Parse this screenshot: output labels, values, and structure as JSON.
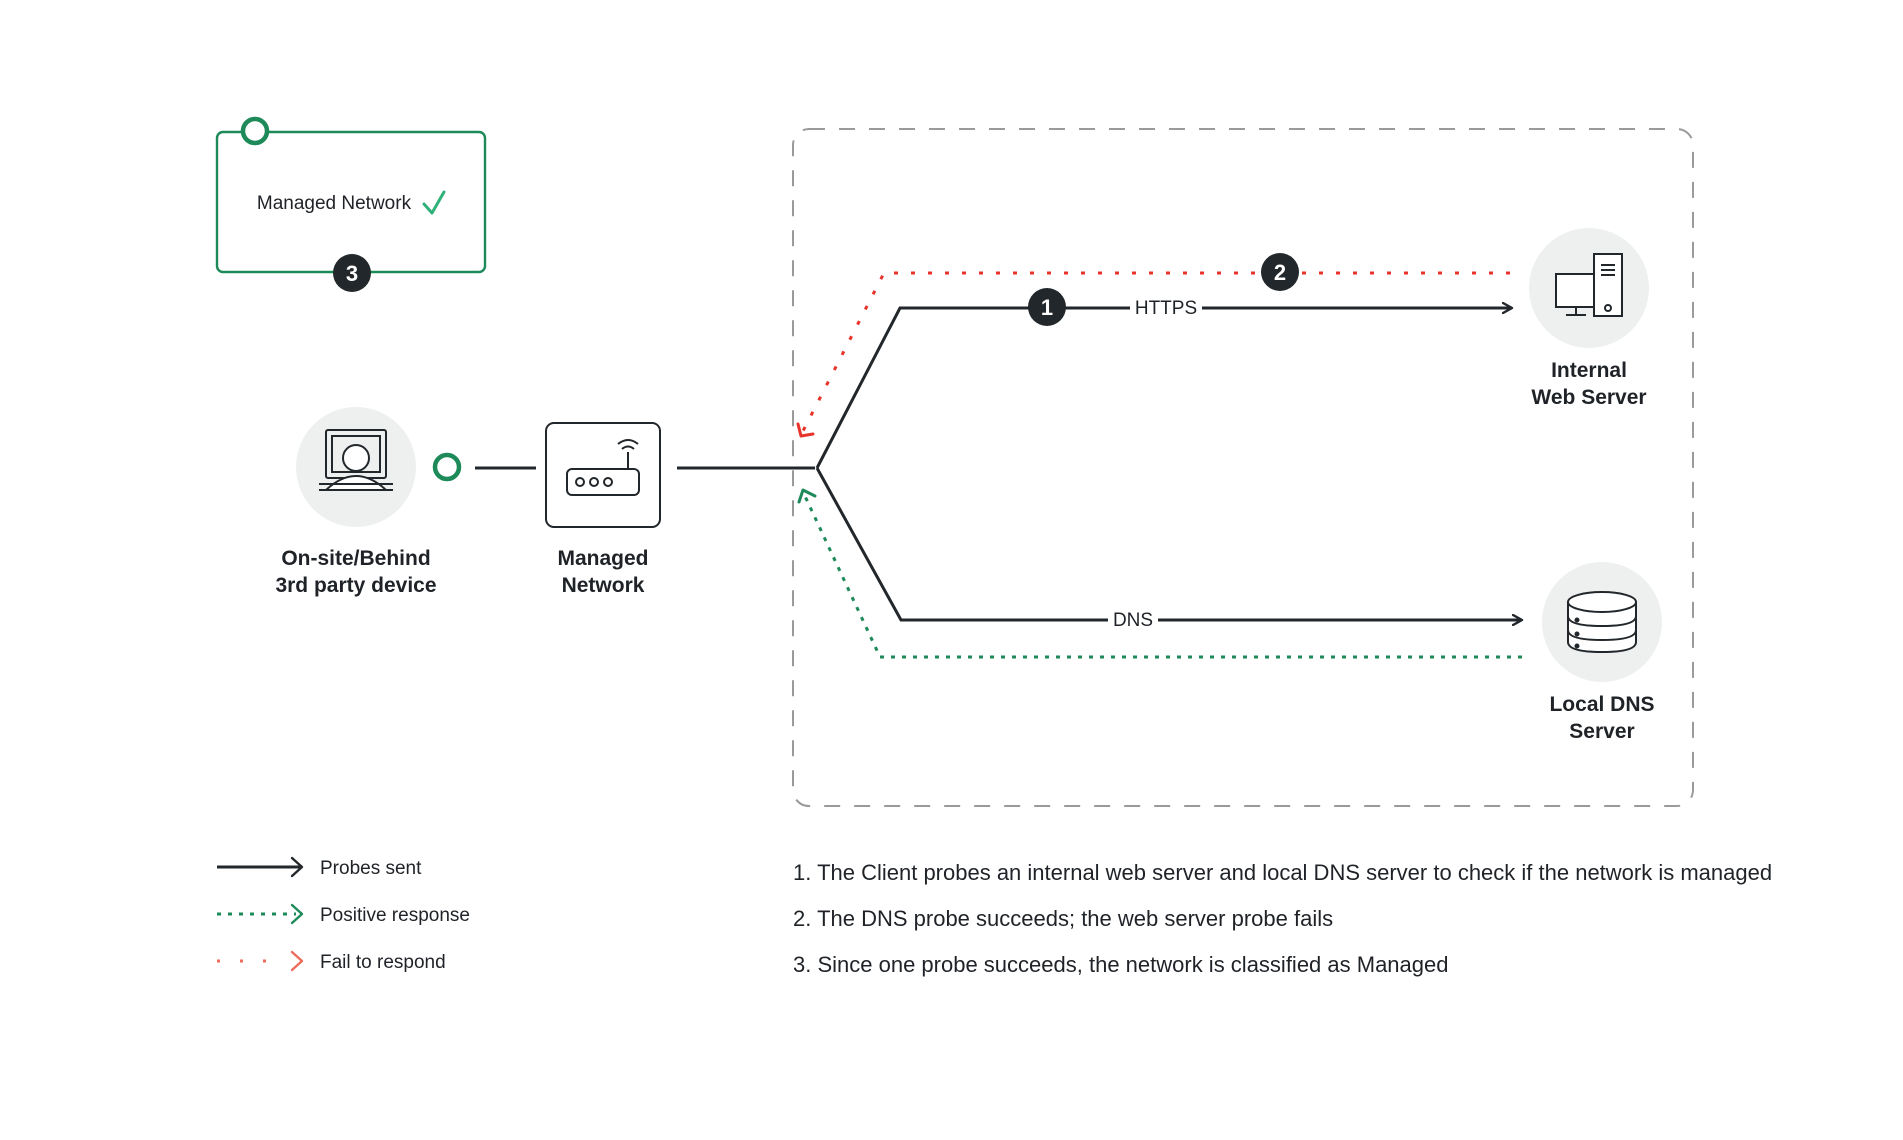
{
  "colors": {
    "ink": "#22272b",
    "green": "#1e8a5a",
    "green_light": "#2fb27a",
    "red": "#e8332b",
    "red_light": "#ee6c5c",
    "icon_bg": "#eef0f0",
    "boundary": "#9a9a9a"
  },
  "status_card": {
    "text": "Managed Network",
    "badge": "3",
    "icon": "checkmark-icon"
  },
  "nodes": {
    "client": {
      "line1": "On-site/Behind",
      "line2": "3rd party device",
      "icon": "user-computer-icon"
    },
    "router": {
      "line1": "Managed",
      "line2": "Network",
      "icon": "router-icon"
    },
    "web_server": {
      "line1": "Internal",
      "line2": "Web Server",
      "icon": "web-server-icon"
    },
    "dns_server": {
      "line1": "Local DNS",
      "line2": "Server",
      "icon": "database-icon"
    }
  },
  "edges": {
    "https": {
      "label": "HTTPS",
      "badge": "1"
    },
    "dns": {
      "label": "DNS"
    },
    "fail_badge": "2"
  },
  "legend": [
    {
      "label": "Probes sent",
      "style": "solid"
    },
    {
      "label": "Positive response",
      "style": "dotted-green"
    },
    {
      "label": "Fail to respond",
      "style": "dashed-red"
    }
  ],
  "notes": [
    "1. The Client probes an internal web server and local DNS server to check if the network is managed",
    "2. The DNS probe succeeds; the web server probe fails",
    "3. Since one probe succeeds, the network is classified as Managed"
  ]
}
